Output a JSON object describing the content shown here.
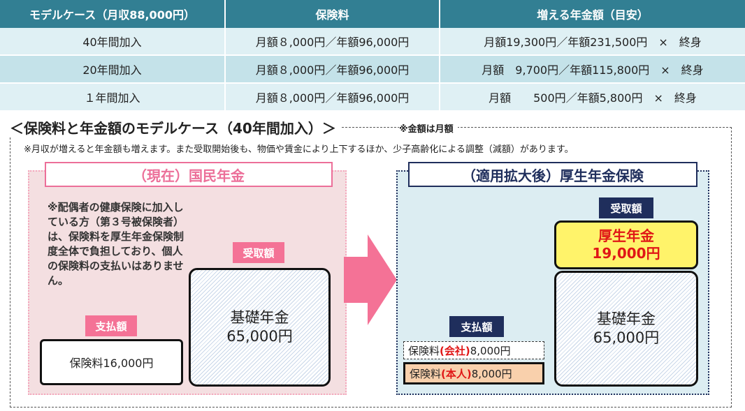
{
  "table": {
    "headers": [
      "モデルケース（月収88,000円）",
      "保険料",
      "増える年金額（目安）"
    ],
    "rows": [
      [
        "40年間加入",
        "月額８,000円／年額96,000円",
        "月額19,300円／年額231,500円　×　終身"
      ],
      [
        "20年間加入",
        "月額８,000円／年額96,000円",
        "月額　9,700円／年額115,800円　×　終身"
      ],
      [
        "１年間加入",
        "月額８,000円／年額96,000円",
        "月額　　500円／年額5,800円　×　終身"
      ]
    ]
  },
  "heading": "＜保険料と年金額のモデルケース（40年間加入）＞",
  "heading_note": "※金額は月額",
  "note": "※月収が増えると年金額も増えます。また受取開始後も、物価や賃金により上下するほか、少子高齢化による調整（減額）があります。",
  "left": {
    "title": "（現在）国民年金",
    "note": "※配偶者の健康保険に加入している方（第３号被保険者）は、保険料を厚生年金保険制度全体で負担しており、個人の保険料の支払いはありません。",
    "pay_label": "支払額",
    "pay_value": "保険料16,000円",
    "receive_label": "受取額",
    "receive_line1": "基礎年金",
    "receive_line2": "65,000円"
  },
  "right": {
    "title": "（適用拡大後）厚生年金保険",
    "receive_label": "受取額",
    "kosei_line1": "厚生年金",
    "kosei_line2": "19,000円",
    "kiso_line1": "基礎年金",
    "kiso_line2": "65,000円",
    "pay_label": "支払額",
    "company_prefix": "保険料",
    "company_tag": "(会社)",
    "company_amount": " 8,000円",
    "self_prefix": "保険料",
    "self_tag": "(本人)",
    "self_amount": " 8,000円"
  },
  "colors": {
    "header": "#327f93",
    "pink": "#f47296",
    "navy": "#1f2e5c",
    "yellow": "#fff36a",
    "red": "#e01616"
  }
}
